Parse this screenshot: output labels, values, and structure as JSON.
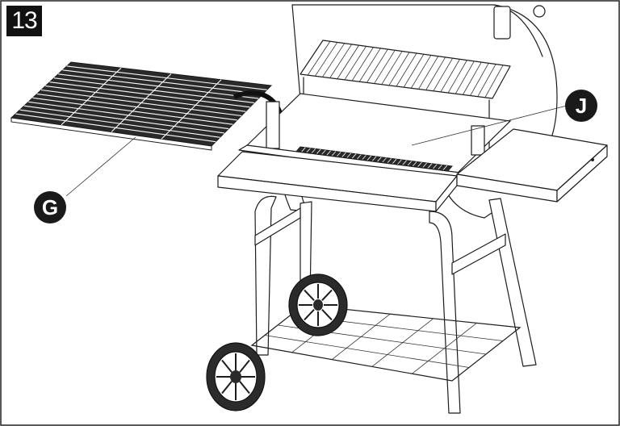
{
  "step": {
    "number": "13"
  },
  "callouts": {
    "g_label": "G",
    "j_label": "J"
  },
  "colors": {
    "ink": "#1c1c1c",
    "background": "#ffffff",
    "badge": "#111111"
  }
}
